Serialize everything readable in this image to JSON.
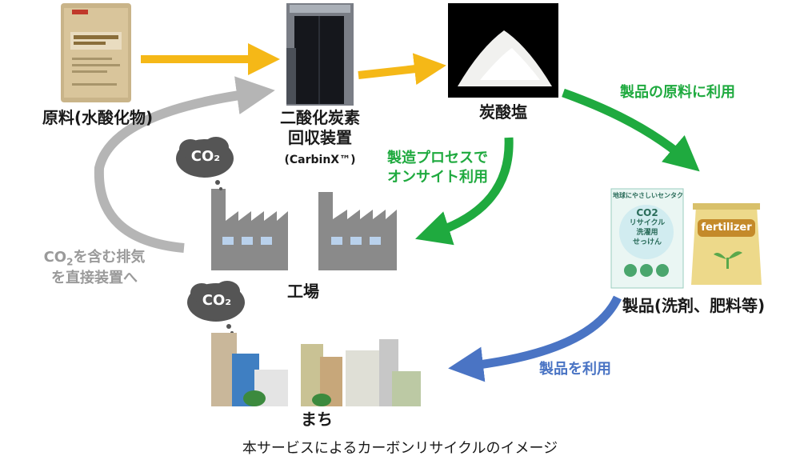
{
  "labels": {
    "raw_material": "原料(水酸化物)",
    "capture_line1": "二酸化炭素",
    "capture_line2": "回収装置",
    "capture_line3": "(CarbinX™)",
    "carbonate": "炭酸塩",
    "use_as_raw": "製品の原料に利用",
    "onsite_line1": "製造プロセスで",
    "onsite_line2": "オンサイト利用",
    "factory": "工場",
    "exhaust_line1_prefix": "CO",
    "exhaust_line1_sub": "2",
    "exhaust_line1_suffix": "を含む排気",
    "exhaust_line2": "を直接装置へ",
    "products": "製品(洗剤、肥料等)",
    "use_products": "製品を利用",
    "town": "まち",
    "caption": "本サービスによるカーボンリサイクルのイメージ"
  },
  "clouds": {
    "factory_cloud": "CO₂",
    "town_cloud": "CO₂"
  },
  "product_images": {
    "detergent_title": "地球にやさしいセンタク",
    "detergent_line1": "CO2",
    "detergent_line2": "リサイクル",
    "detergent_line3": "洗濯用",
    "detergent_line4": "せっけん",
    "fertilizer": "fertilizer"
  },
  "colors": {
    "yellow_arrow": "#f5b817",
    "green_arrow": "#1faa3f",
    "blue_arrow": "#4a74c4",
    "gray_arrow": "#b5b5b5",
    "factory": "#8a8a8a",
    "cloud": "#555555"
  }
}
